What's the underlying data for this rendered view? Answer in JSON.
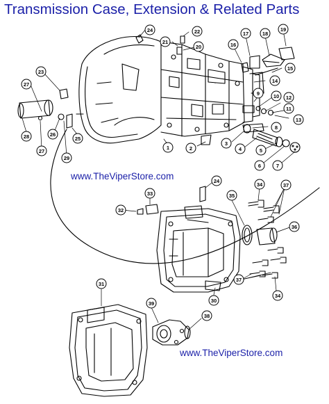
{
  "title": "Transmission Case, Extension & Related Parts",
  "watermark_top": "www.TheViperStore.com",
  "watermark_bottom": "www.TheViperStore.com",
  "callouts": [
    "1",
    "2",
    "3",
    "4",
    "5",
    "6",
    "7",
    "8",
    "9",
    "10",
    "11",
    "12",
    "13",
    "14",
    "15",
    "16",
    "17",
    "18",
    "19",
    "20",
    "21",
    "22",
    "23",
    "24",
    "24",
    "25",
    "26",
    "27",
    "27",
    "28",
    "29",
    "30",
    "31",
    "32",
    "33",
    "34",
    "34",
    "35",
    "36",
    "37",
    "37",
    "38",
    "39"
  ],
  "colors": {
    "title": "#1a1fa8",
    "line": "#000000"
  }
}
